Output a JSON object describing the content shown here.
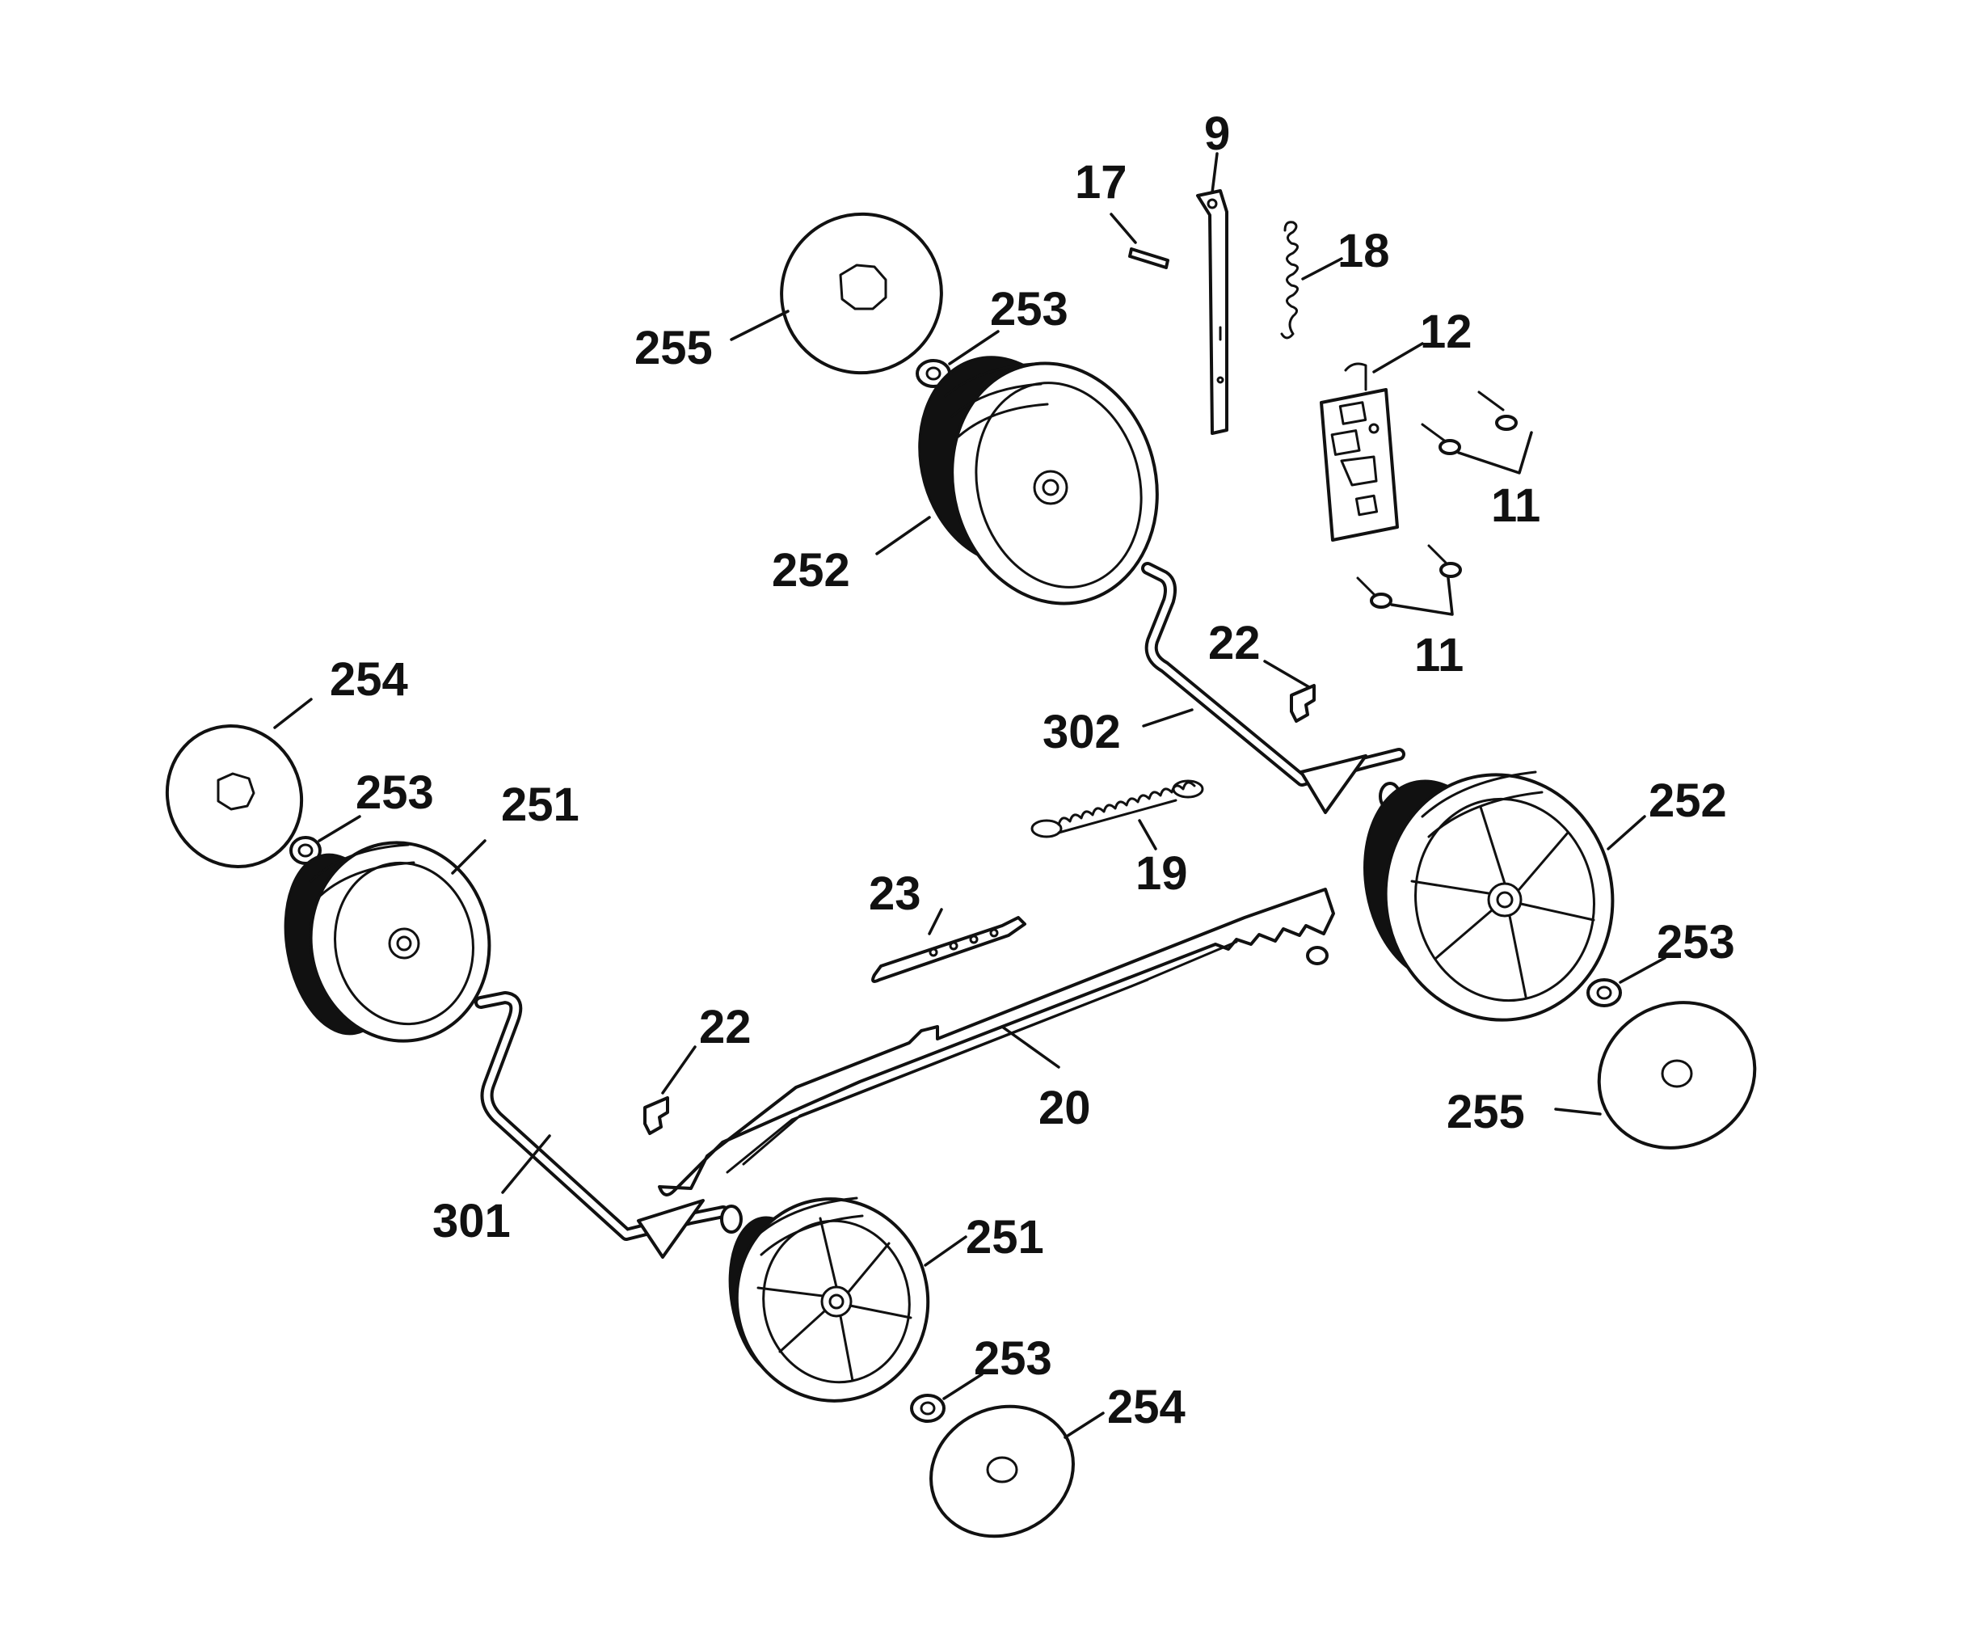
{
  "labels": {
    "l9": "9",
    "l17": "17",
    "l18": "18",
    "l12": "12",
    "l11a": "11",
    "l11b": "11",
    "l255a": "255",
    "l253a": "253",
    "l252a": "252",
    "l22a": "22",
    "l302": "302",
    "l19": "19",
    "l254a": "254",
    "l253b": "253",
    "l251a": "251",
    "l252b": "252",
    "l253c": "253",
    "l23": "23",
    "l22b": "22",
    "l20": "20",
    "l255b": "255",
    "l301": "301",
    "l251b": "251",
    "l253d": "253",
    "l254b": "254"
  }
}
